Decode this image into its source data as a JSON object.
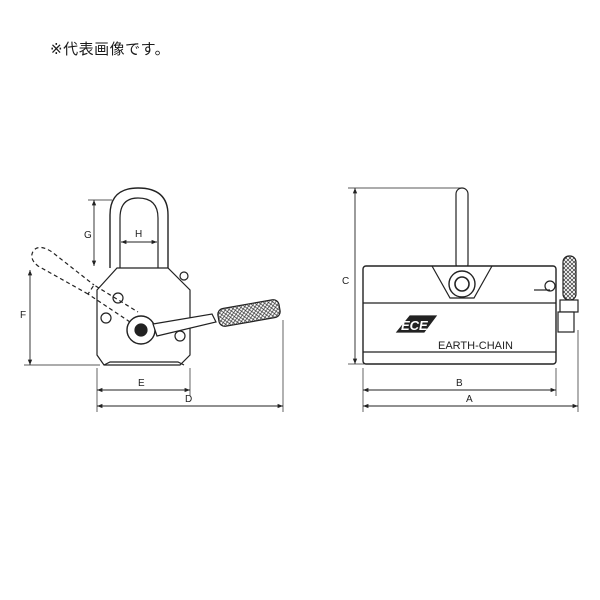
{
  "note": "※代表画像です。",
  "side_view": {
    "labels": {
      "G": "G",
      "H": "H",
      "F": "F",
      "E": "E",
      "D": "D"
    }
  },
  "front_view": {
    "labels": {
      "C": "C",
      "B": "B",
      "A": "A"
    },
    "logo_text": "ECE",
    "brand_text": "EARTH-CHAIN"
  }
}
